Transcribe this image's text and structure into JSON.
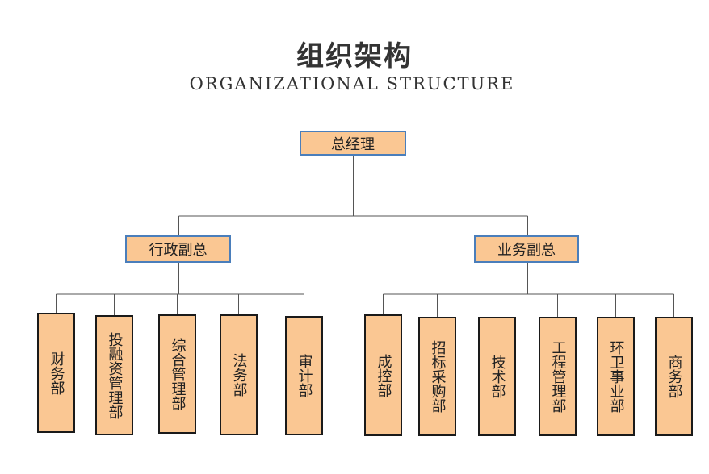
{
  "header": {
    "title": "组织架构",
    "subtitle": "ORGANIZATIONAL STRUCTURE"
  },
  "org": {
    "root": "总经理",
    "vps": [
      {
        "label": "行政副总",
        "departments": [
          "财务部",
          "投融资管理部",
          "综合管理部",
          "法务部",
          "审计部"
        ]
      },
      {
        "label": "业务副总",
        "departments": [
          "成控部",
          "招标采购部",
          "技术部",
          "工程管理部",
          "环卫事业部",
          "商务部"
        ]
      }
    ]
  },
  "colors": {
    "box_fill": "#fac793",
    "manager_border": "#4a7ebb",
    "department_border": "#1a1a1a",
    "connector": "#555555"
  }
}
